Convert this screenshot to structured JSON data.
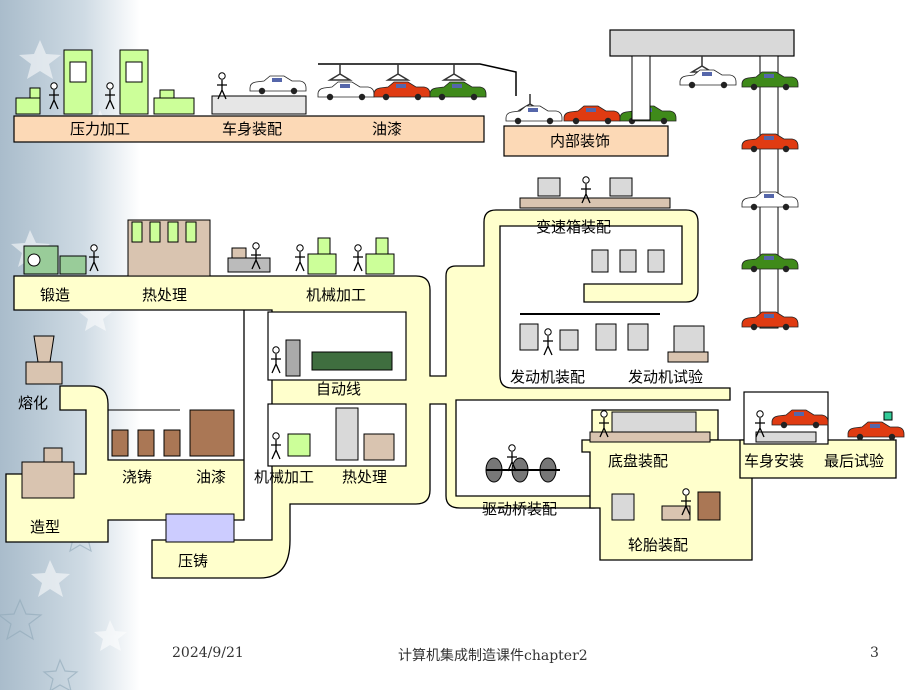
{
  "stations": {
    "press": "压力加工",
    "body_weld": "车身装配",
    "paint_top": "油漆",
    "interior": "内部装饰",
    "forging": "锻造",
    "heat_treat_top": "热处理",
    "machining_top": "机械加工",
    "melting": "熔化",
    "casting": "浇铸",
    "paint_left": "油漆",
    "molding": "造型",
    "die_cast": "压铸",
    "auto_line": "自动线",
    "machining_mid": "机械加工",
    "heat_treat_mid": "热处理",
    "gearbox": "变速箱装配",
    "engine_assy": "发动机装配",
    "engine_test": "发动机试验",
    "drive_axle": "驱动桥装配",
    "chassis": "底盘装配",
    "body_mount": "车身安装",
    "final_test": "最后试验",
    "tire": "轮胎装配"
  },
  "footer": {
    "date": "2024/9/21",
    "title": "计算机集成制造课件chapter2",
    "page": "3"
  },
  "colors": {
    "path_fill": "#ffffcc",
    "bar_fill": "#fcd9b6",
    "machine_green": "#ccff99",
    "car_red": "#e03b12",
    "car_green": "#3f8a1a",
    "overhead_gray": "#d9d9d9"
  }
}
